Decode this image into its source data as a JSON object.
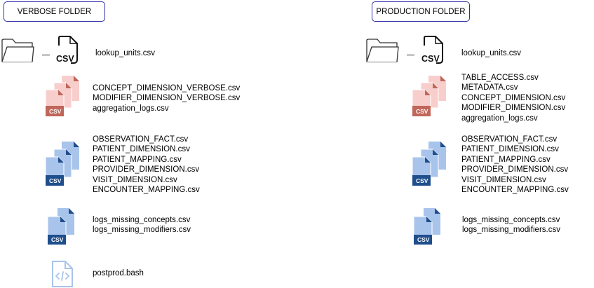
{
  "colors": {
    "label_border": "#2f2fa8",
    "red_fill": "#f8cecc",
    "red_accent": "#c0665a",
    "blue_fill": "#a9c4eb",
    "blue_accent": "#1f4e8c",
    "bash_icon": "#a9c4eb"
  },
  "left": {
    "title": "VERBOSE FOLDER",
    "lookup": {
      "icon_label": "CSV",
      "filename": "lookup_units.csv"
    },
    "group_red": {
      "icon_label": "CSV",
      "files": [
        "CONCEPT_DIMENSION_VERBOSE.csv",
        "MODIFIER_DIMENSION_VERBOSE.csv",
        "aggregation_logs.csv"
      ]
    },
    "group_blue": {
      "icon_label": "CSV",
      "files": [
        "OBSERVATION_FACT.csv",
        "PATIENT_DIMENSION.csv",
        "PATIENT_MAPPING.csv",
        "PROVIDER_DIMENSION.csv",
        "VISIT_DIMENSION.csv",
        "ENCOUNTER_MAPPING.csv"
      ]
    },
    "group_logs": {
      "icon_label": "CSV",
      "files": [
        "logs_missing_concepts.csv",
        "logs_missing_modifiers.csv"
      ]
    },
    "script": {
      "icon": "code-file-icon",
      "filename": "postprod.bash"
    }
  },
  "right": {
    "title": "PRODUCTION FOLDER",
    "lookup": {
      "icon_label": "CSV",
      "filename": "lookup_units.csv"
    },
    "group_red": {
      "icon_label": "CSV",
      "files": [
        "TABLE_ACCESS.csv",
        "METADATA.csv",
        "CONCEPT_DIMENSION.csv",
        "MODIFIER_DIMENSION.csv",
        "aggregation_logs.csv"
      ]
    },
    "group_blue": {
      "icon_label": "CSV",
      "files": [
        "OBSERVATION_FACT.csv",
        "PATIENT_DIMENSION.csv",
        "PATIENT_MAPPING.csv",
        "PROVIDER_DIMENSION.csv",
        "VISIT_DIMENSION.csv",
        "ENCOUNTER_MAPPING.csv"
      ]
    },
    "group_logs": {
      "icon_label": "CSV",
      "files": [
        "logs_missing_concepts.csv",
        "logs_missing_modifiers.csv"
      ]
    }
  }
}
